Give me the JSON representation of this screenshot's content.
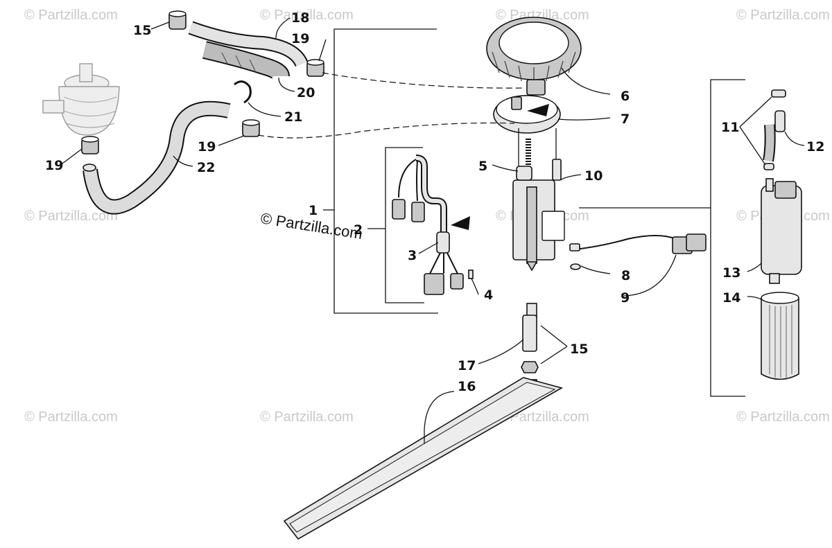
{
  "watermark": "© Partzilla.com",
  "credit": "© Partzilla.com",
  "callouts": {
    "n1": "1",
    "n2": "2",
    "n3": "3",
    "n4": "4",
    "n5": "5",
    "n6": "6",
    "n7": "7",
    "n8": "8",
    "n9": "9",
    "n10": "10",
    "n11": "11",
    "n12": "12",
    "n13": "13",
    "n14": "14",
    "n15a": "15",
    "n15b": "15",
    "n16": "16",
    "n17": "17",
    "n18": "18",
    "n19a": "19",
    "n19b": "19",
    "n19c": "19",
    "n20": "20",
    "n21": "21",
    "n22": "22"
  }
}
